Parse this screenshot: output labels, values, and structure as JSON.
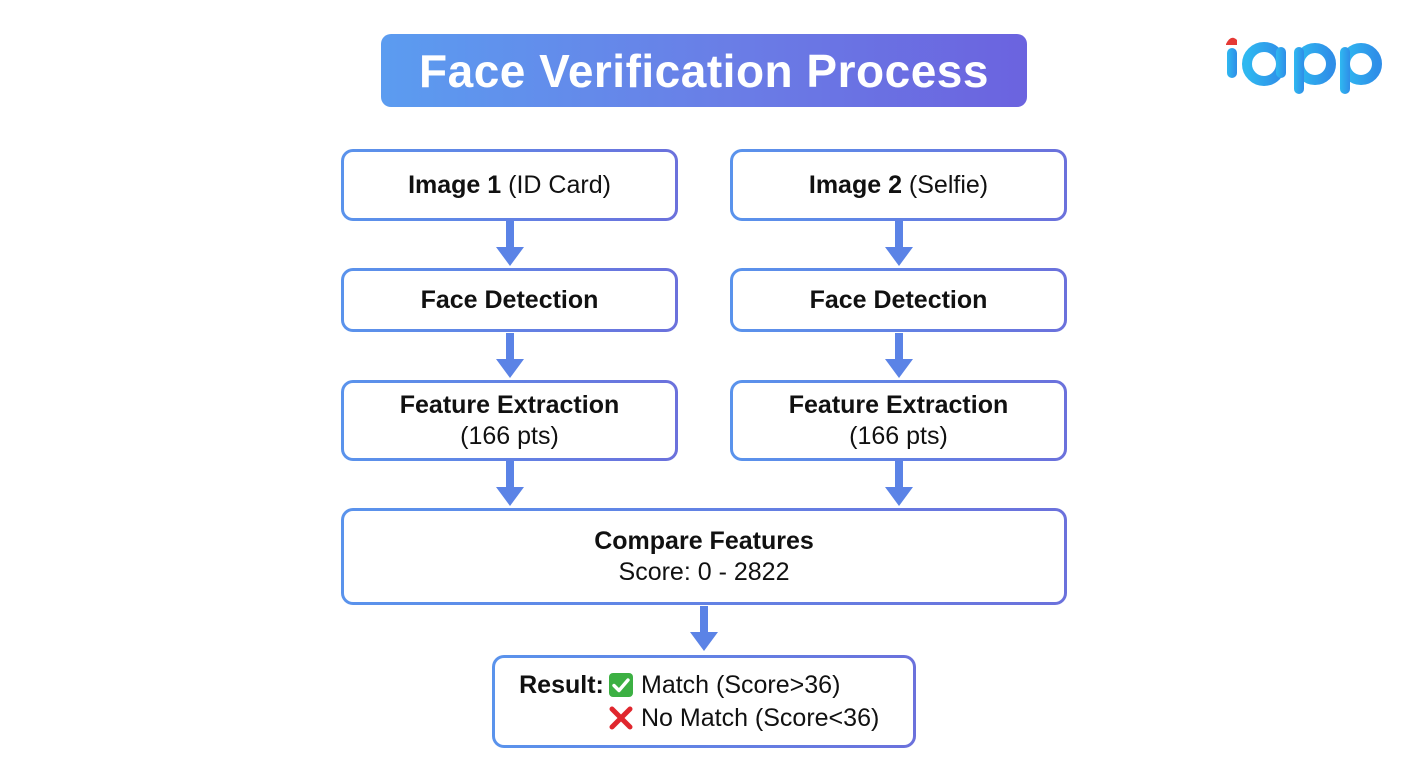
{
  "title": "Face Verification Process",
  "logo": {
    "text": "iapp",
    "icon": "iapp-logo-icon"
  },
  "left": {
    "image_bold": "Image 1",
    "image_rest": " (ID Card)",
    "detection": "Face Detection",
    "extraction": "Feature Extraction",
    "points": "(166 pts)"
  },
  "right": {
    "image_bold": "Image 2",
    "image_rest": " (Selfie)",
    "detection": "Face Detection",
    "extraction": "Feature Extraction",
    "points": "(166 pts)"
  },
  "compare": {
    "title": "Compare Features",
    "score": "Score: 0 - 2822"
  },
  "result": {
    "label": "Result:",
    "match": "Match (Score>36)",
    "no_match": "No Match (Score<36)",
    "match_icon": "check-mark-icon",
    "no_match_icon": "cross-mark-icon"
  },
  "colors": {
    "accent_blue": "#5b9cf0",
    "accent_purple": "#6b63df",
    "arrow": "#5b83e6",
    "check_green": "#3cb043",
    "cross_red": "#e0262d"
  }
}
